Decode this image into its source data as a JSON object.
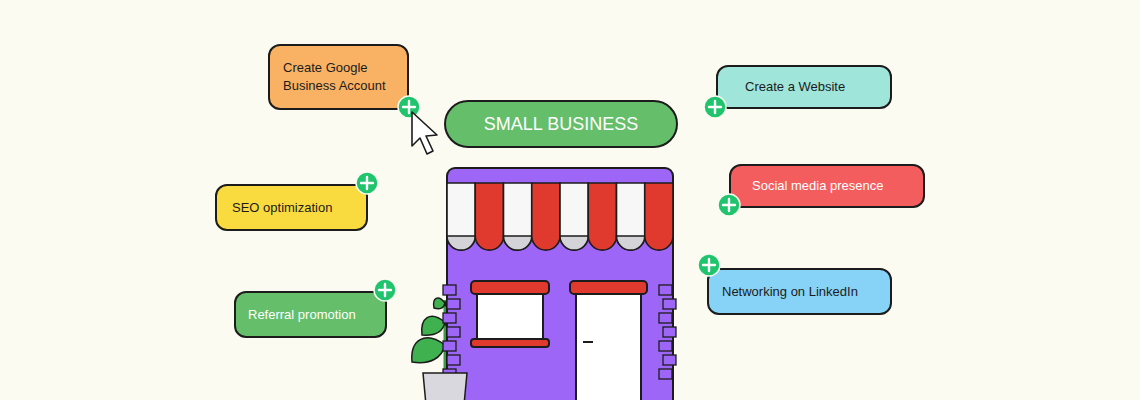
{
  "diagram": {
    "nodes": [
      {
        "text": [
          "Create Google Business Account"
        ]
      },
      {
        "text": [
          "Create a Website"
        ]
      },
      {
        "text": [
          "SMALL BUSINESS"
        ]
      },
      {
        "text": [
          "Social media presence"
        ]
      },
      {
        "text": [
          "SEO optimization"
        ]
      },
      {
        "text": [
          "Networking on LinkedIn"
        ]
      },
      {
        "text": [
          "Referral promotion"
        ]
      }
    ]
  }
}
